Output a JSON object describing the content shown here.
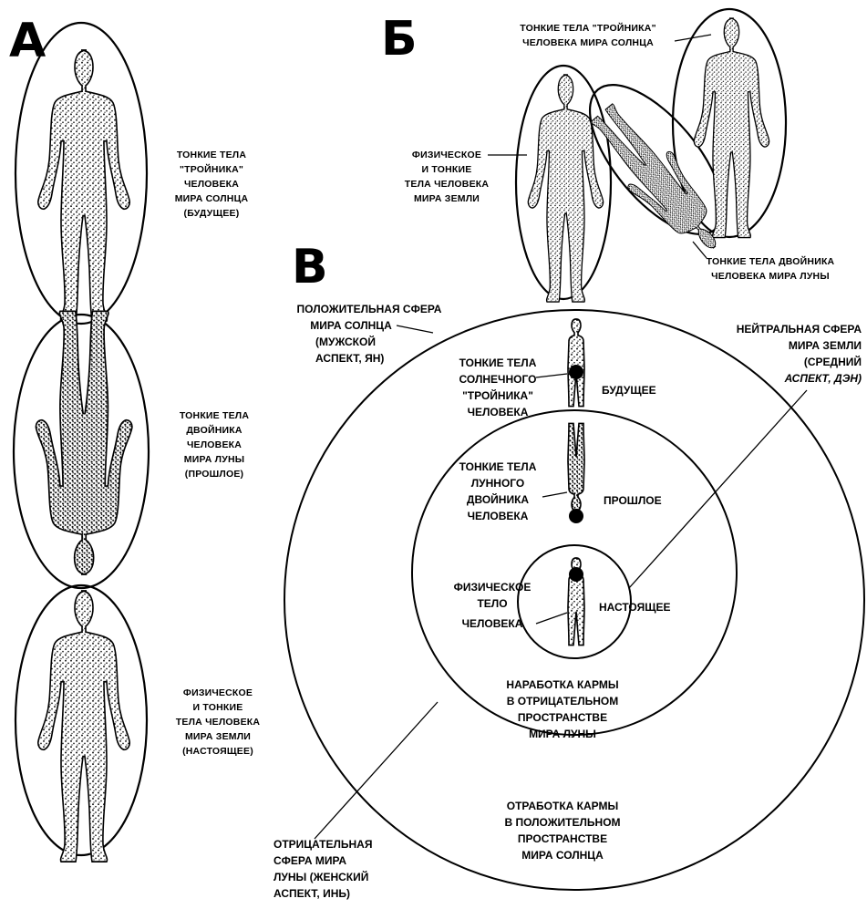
{
  "panels": {
    "a": {
      "letter": "А",
      "labels": {
        "sun": [
          "ТОНКИЕ ТЕЛА",
          "\"ТРОЙНИКА\"",
          "ЧЕЛОВЕКА",
          "МИРА СОЛНЦА",
          "(БУДУЩЕЕ)"
        ],
        "moon": [
          "ТОНКИЕ ТЕЛА",
          "ДВОЙНИКА",
          "ЧЕЛОВЕКА",
          "МИРА ЛУНЫ",
          "(ПРОШЛОЕ)"
        ],
        "earth": [
          "ФИЗИЧЕСКОЕ",
          "И ТОНКИЕ",
          "ТЕЛА ЧЕЛОВЕКА",
          "МИРА ЗЕМЛИ",
          "(НАСТОЯЩЕЕ)"
        ]
      }
    },
    "b": {
      "letter": "Б",
      "labels": {
        "sun": [
          "ТОНКИЕ ТЕЛА \"ТРОЙНИКА\"",
          "ЧЕЛОВЕКА МИРА СОЛНЦА"
        ],
        "earth": [
          "ФИЗИЧЕСКОЕ",
          "И ТОНКИЕ",
          "ТЕЛА ЧЕЛОВЕКА",
          "МИРА ЗЕМЛИ"
        ],
        "moon": [
          "ТОНКИЕ ТЕЛА ДВОЙНИКА",
          "ЧЕЛОВЕКА МИРА ЛУНЫ"
        ]
      }
    },
    "c": {
      "letter": "В",
      "labels": {
        "positive_sphere": [
          "ПОЛОЖИТЕЛЬНАЯ СФЕРА",
          "МИРА СОЛНЦА",
          "(МУЖСКОЙ",
          "АСПЕКТ, ЯН)"
        ],
        "neutral_sphere": [
          "НЕЙТРАЛЬНАЯ СФЕРА",
          "МИРА ЗЕМЛИ",
          "(СРЕДНИЙ",
          "АСПЕКТ, ДЭН)"
        ],
        "sun_bodies": [
          "ТОНКИЕ ТЕЛА",
          "СОЛНЕЧНОГО",
          "\"ТРОЙНИКА\"",
          "ЧЕЛОВЕКА"
        ],
        "future": "БУДУЩЕЕ",
        "moon_bodies": [
          "ТОНКИЕ ТЕЛА",
          "ЛУННОГО",
          "ДВОЙНИКА",
          "ЧЕЛОВЕКА"
        ],
        "past": "ПРОШЛОЕ",
        "physical_body": [
          "ФИЗИЧЕСКОЕ",
          "ТЕЛО",
          "ЧЕЛОВЕКА"
        ],
        "present": "НАСТОЯЩЕЕ",
        "karma_negative": [
          "НАРАБОТКА КАРМЫ",
          "В ОТРИЦАТЕЛЬНОМ",
          "ПРОСТРАНСТВЕ",
          "МИРА ЛУНЫ"
        ],
        "karma_positive": [
          "ОТРАБОТКА КАРМЫ",
          "В ПОЛОЖИТЕЛЬНОМ",
          "ПРОСТРАНСТВЕ",
          "МИРА СОЛНЦА"
        ],
        "negative_sphere": [
          "ОТРИЦАТЕЛЬНАЯ",
          "СФЕРА МИРА",
          "ЛУНЫ (ЖЕНСКИЙ",
          "АСПЕКТ, ИНЬ)"
        ]
      }
    }
  }
}
